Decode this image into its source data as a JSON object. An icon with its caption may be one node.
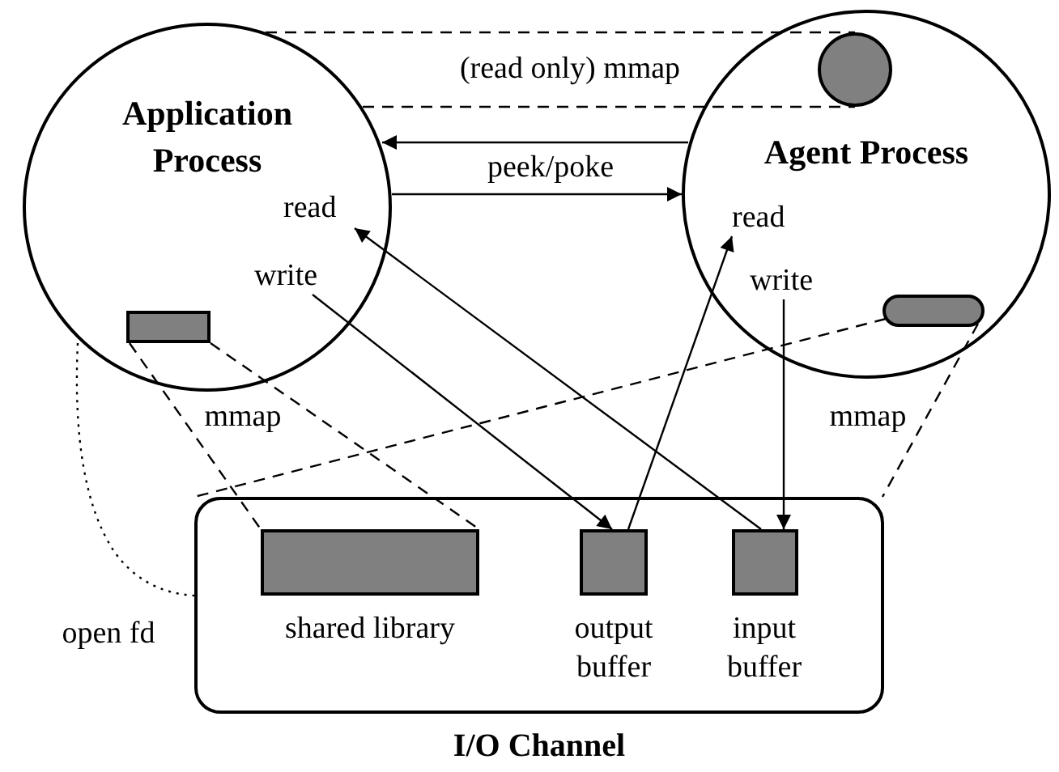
{
  "diagram": {
    "nodes": [
      {
        "text": [
          "Application Process"
        ]
      },
      {
        "text": [
          "read"
        ],
        "in": 0
      },
      {
        "text": [
          "write"
        ],
        "in": 0
      },
      {
        "text": [],
        "shape": "box",
        "in": 0
      },
      {
        "text": [
          "Agent Process"
        ]
      },
      {
        "text": [],
        "shape": "circle",
        "in": 4
      },
      {
        "text": [
          "read"
        ],
        "in": 4
      },
      {
        "text": [
          "write"
        ],
        "in": 4
      },
      {
        "text": [],
        "shape": "box",
        "in": 4
      },
      {
        "text": [
          "I/O Channel"
        ]
      },
      {
        "text": [],
        "shape": "box",
        "in": 9,
        "beside": [
          "shared library"
        ]
      },
      {
        "text": [],
        "shape": "box",
        "in": 9,
        "beside": [
          "output buffer"
        ]
      },
      {
        "text": [],
        "shape": "box",
        "in": 9,
        "beside": [
          "input buffer"
        ]
      }
    ],
    "edges": [
      {
        "from": 0,
        "to": 5,
        "arrow": "none",
        "style": "dashed",
        "label": "(read only) mmap"
      },
      {
        "from": 0,
        "to": 5,
        "arrow": "none",
        "style": "dashed"
      },
      {
        "from": 4,
        "to": 0,
        "arrow": "to"
      },
      {
        "from": 0,
        "to": 4,
        "arrow": "to",
        "label": "peek/poke"
      },
      {
        "from": 2,
        "to": 11,
        "arrow": "to"
      },
      {
        "from": 11,
        "to": 6,
        "arrow": "to"
      },
      {
        "from": 7,
        "to": 12,
        "arrow": "to"
      },
      {
        "from": 12,
        "to": 1,
        "arrow": "to"
      },
      {
        "from": 3,
        "to": 10,
        "arrow": "none",
        "style": "dashed",
        "label": "mmap"
      },
      {
        "from": 3,
        "to": 10,
        "arrow": "none",
        "style": "dashed"
      },
      {
        "from": 8,
        "to": 9,
        "arrow": "none",
        "style": "dashed"
      },
      {
        "from": 8,
        "to": 9,
        "arrow": "none",
        "style": "dashed",
        "label": "mmap"
      },
      {
        "from": 0,
        "to": 9,
        "arrow": "none",
        "style": "dashed",
        "label": "open fd"
      }
    ]
  }
}
